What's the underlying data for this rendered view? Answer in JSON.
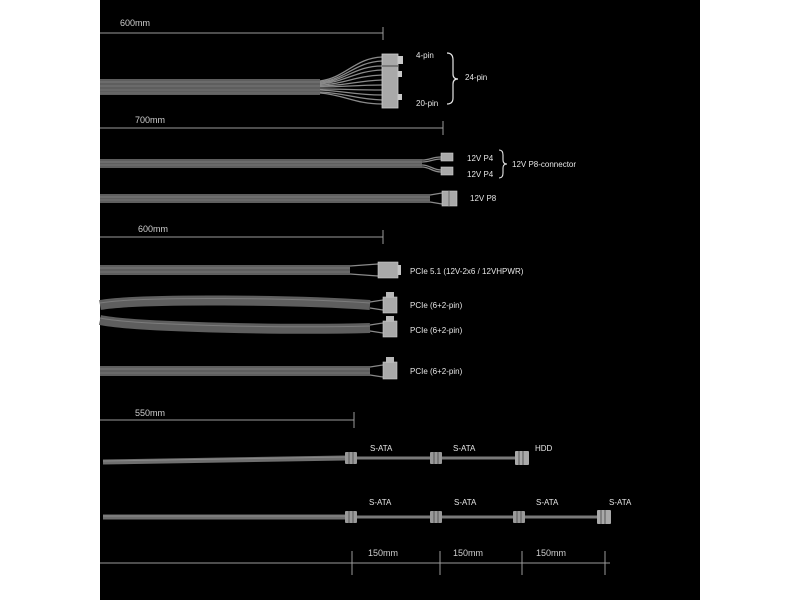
{
  "measurements": {
    "atx_length": "600mm",
    "cpu_length": "700mm",
    "pcie_length": "600mm",
    "sata_length": "550mm",
    "segment_1": "150mm",
    "segment_2": "150mm",
    "segment_3": "150mm"
  },
  "atx": {
    "top_pin": "4-pin",
    "bottom_pin": "20-pin",
    "total": "24-pin"
  },
  "cpu": {
    "p4_a": "12V P4",
    "p4_b": "12V P4",
    "p8_connector": "12V P8-connector",
    "p8": "12V P8"
  },
  "pcie": {
    "hpwr": "PCIe 5.1 (12V-2x6 / 12VHPWR)",
    "cable_1": "PCIe (6+2-pin)",
    "cable_2": "PCIe (6+2-pin)",
    "cable_3": "PCIe (6+2-pin)"
  },
  "sata_cable_1": {
    "connector_1": "S-ATA",
    "connector_2": "S-ATA",
    "connector_3": "HDD"
  },
  "sata_cable_2": {
    "connector_1": "S-ATA",
    "connector_2": "S-ATA",
    "connector_3": "S-ATA",
    "connector_4": "S-ATA"
  },
  "colors": {
    "background": "#000000",
    "cable": "#6b6b6b",
    "cable_highlight": "#8a8a8a",
    "connector": "#b8b8b8",
    "text": "#e6e6e6"
  }
}
